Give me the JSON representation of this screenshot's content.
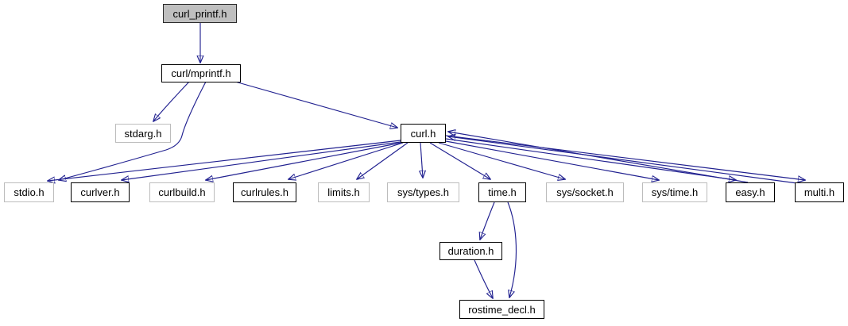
{
  "diagram": {
    "kind": "include-dependency-graph",
    "root_file": "curl_printf.h",
    "edge_color": "#21219B",
    "arrow_color": "#191970",
    "root_node_fill": "#bfbfbf",
    "linked_node_border": "#000000",
    "external_node_border": "#bcbcbc",
    "nodes": {
      "curl_printf": {
        "label": "curl_printf.h",
        "style": "root"
      },
      "mprintf": {
        "label": "curl/mprintf.h",
        "style": "linked"
      },
      "stdarg": {
        "label": "stdarg.h",
        "style": "external"
      },
      "curl": {
        "label": "curl.h",
        "style": "linked"
      },
      "stdio": {
        "label": "stdio.h",
        "style": "external"
      },
      "curlver": {
        "label": "curlver.h",
        "style": "linked"
      },
      "curlbuild": {
        "label": "curlbuild.h",
        "style": "external"
      },
      "curlrules": {
        "label": "curlrules.h",
        "style": "linked"
      },
      "limits": {
        "label": "limits.h",
        "style": "external"
      },
      "sys_types": {
        "label": "sys/types.h",
        "style": "external"
      },
      "time": {
        "label": "time.h",
        "style": "linked"
      },
      "sys_socket": {
        "label": "sys/socket.h",
        "style": "external"
      },
      "sys_time": {
        "label": "sys/time.h",
        "style": "external"
      },
      "easy": {
        "label": "easy.h",
        "style": "linked"
      },
      "multi": {
        "label": "multi.h",
        "style": "linked"
      },
      "duration": {
        "label": "duration.h",
        "style": "linked"
      },
      "rostime_decl": {
        "label": "rostime_decl.h",
        "style": "linked"
      }
    },
    "edges": [
      {
        "from": "curl_printf.h",
        "to": "curl/mprintf.h"
      },
      {
        "from": "curl/mprintf.h",
        "to": "stdarg.h"
      },
      {
        "from": "curl/mprintf.h",
        "to": "curl.h"
      },
      {
        "from": "curl/mprintf.h",
        "to": "stdio.h"
      },
      {
        "from": "curl.h",
        "to": "stdio.h"
      },
      {
        "from": "curl.h",
        "to": "curlver.h"
      },
      {
        "from": "curl.h",
        "to": "curlbuild.h"
      },
      {
        "from": "curl.h",
        "to": "curlrules.h"
      },
      {
        "from": "curl.h",
        "to": "limits.h"
      },
      {
        "from": "curl.h",
        "to": "sys/types.h"
      },
      {
        "from": "curl.h",
        "to": "time.h"
      },
      {
        "from": "curl.h",
        "to": "sys/socket.h"
      },
      {
        "from": "curl.h",
        "to": "sys/time.h"
      },
      {
        "from": "curl.h",
        "to": "easy.h"
      },
      {
        "from": "curl.h",
        "to": "multi.h"
      },
      {
        "from": "easy.h",
        "to": "curl.h"
      },
      {
        "from": "multi.h",
        "to": "curl.h"
      },
      {
        "from": "time.h",
        "to": "duration.h"
      },
      {
        "from": "time.h",
        "to": "rostime_decl.h"
      },
      {
        "from": "duration.h",
        "to": "rostime_decl.h"
      }
    ]
  }
}
